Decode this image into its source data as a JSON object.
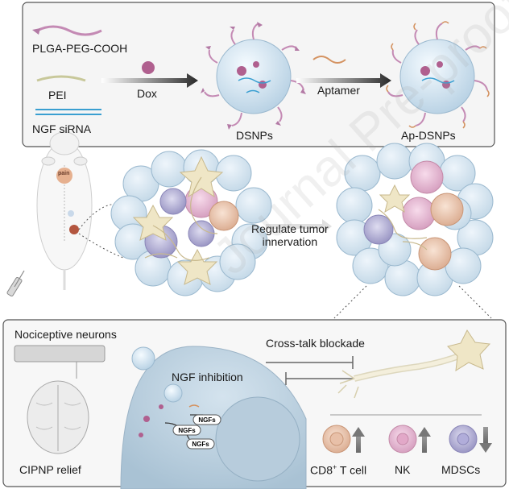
{
  "top_panel": {
    "materials": [
      "PLGA-PEG-COOH",
      "PEI",
      "NGF siRNA"
    ],
    "arrow1_label": "Dox",
    "product1": "DSNPs",
    "arrow2_label": "Aptamer",
    "product2": "Ap-DSNPs"
  },
  "middle_panel": {
    "mouse_tag": "pain",
    "regulate_label": "Regulate tumor\ninnervation"
  },
  "bottom_panel": {
    "neurons_label": "Nociceptive neurons",
    "relief_label": "CIPNP relief",
    "inhibition_label": "NGF inhibition",
    "blockade_label": "Cross-talk blockade",
    "ngf_tags": [
      "NGFs",
      "NGFs",
      "NGFs"
    ],
    "legend": [
      {
        "name": "CD8",
        "sup": "+",
        "rest": " T cell",
        "trend": "up"
      },
      {
        "name": "NK",
        "sup": "",
        "rest": "",
        "trend": "up"
      },
      {
        "name": "MDSCs",
        "sup": "",
        "rest": "",
        "trend": "down"
      }
    ]
  },
  "watermark": "Journal Pre-proof",
  "colors": {
    "panel_border": "#555555",
    "panel_bg": "#f4f4f4",
    "nanoparticle": "#cfe1ee",
    "cd8_cell": "#efcdb9",
    "nk_cell": "#e9c3d9",
    "mdsc_cell": "#b9b6d8",
    "neuron": "#efe6c6"
  }
}
